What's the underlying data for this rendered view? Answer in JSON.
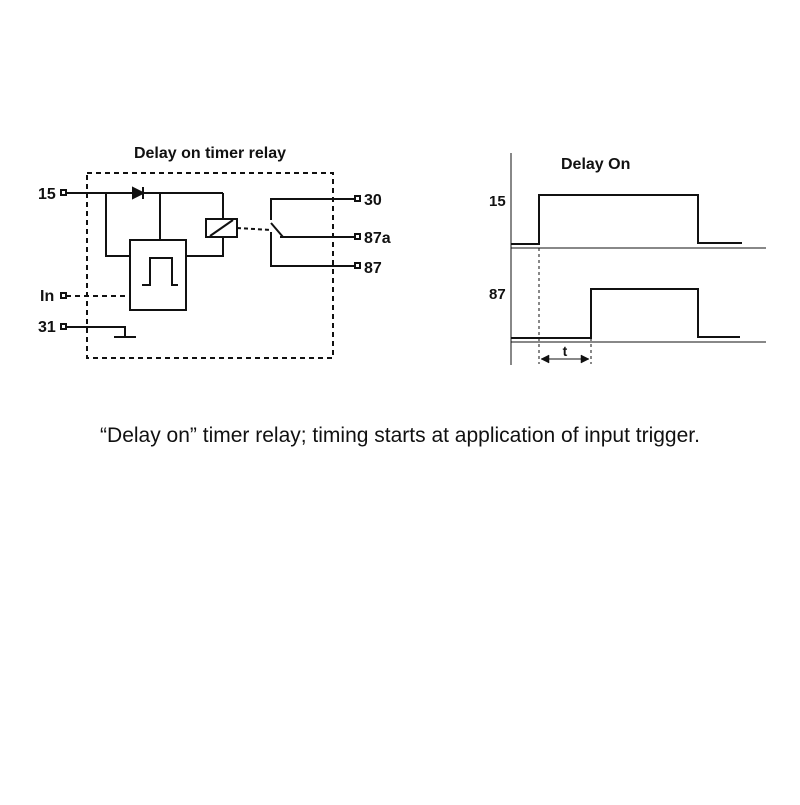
{
  "relay_diagram": {
    "title": "Delay on timer relay",
    "terminals": {
      "t15": "15",
      "in": "In",
      "t31": "31",
      "t30": "30",
      "t87a": "87a",
      "t87": "87"
    }
  },
  "timing_diagram": {
    "title": "Delay On",
    "signal_15_label": "15",
    "signal_87_label": "87",
    "delay_label": "t"
  },
  "caption": "“Delay on” timer relay; timing starts at application of input trigger."
}
